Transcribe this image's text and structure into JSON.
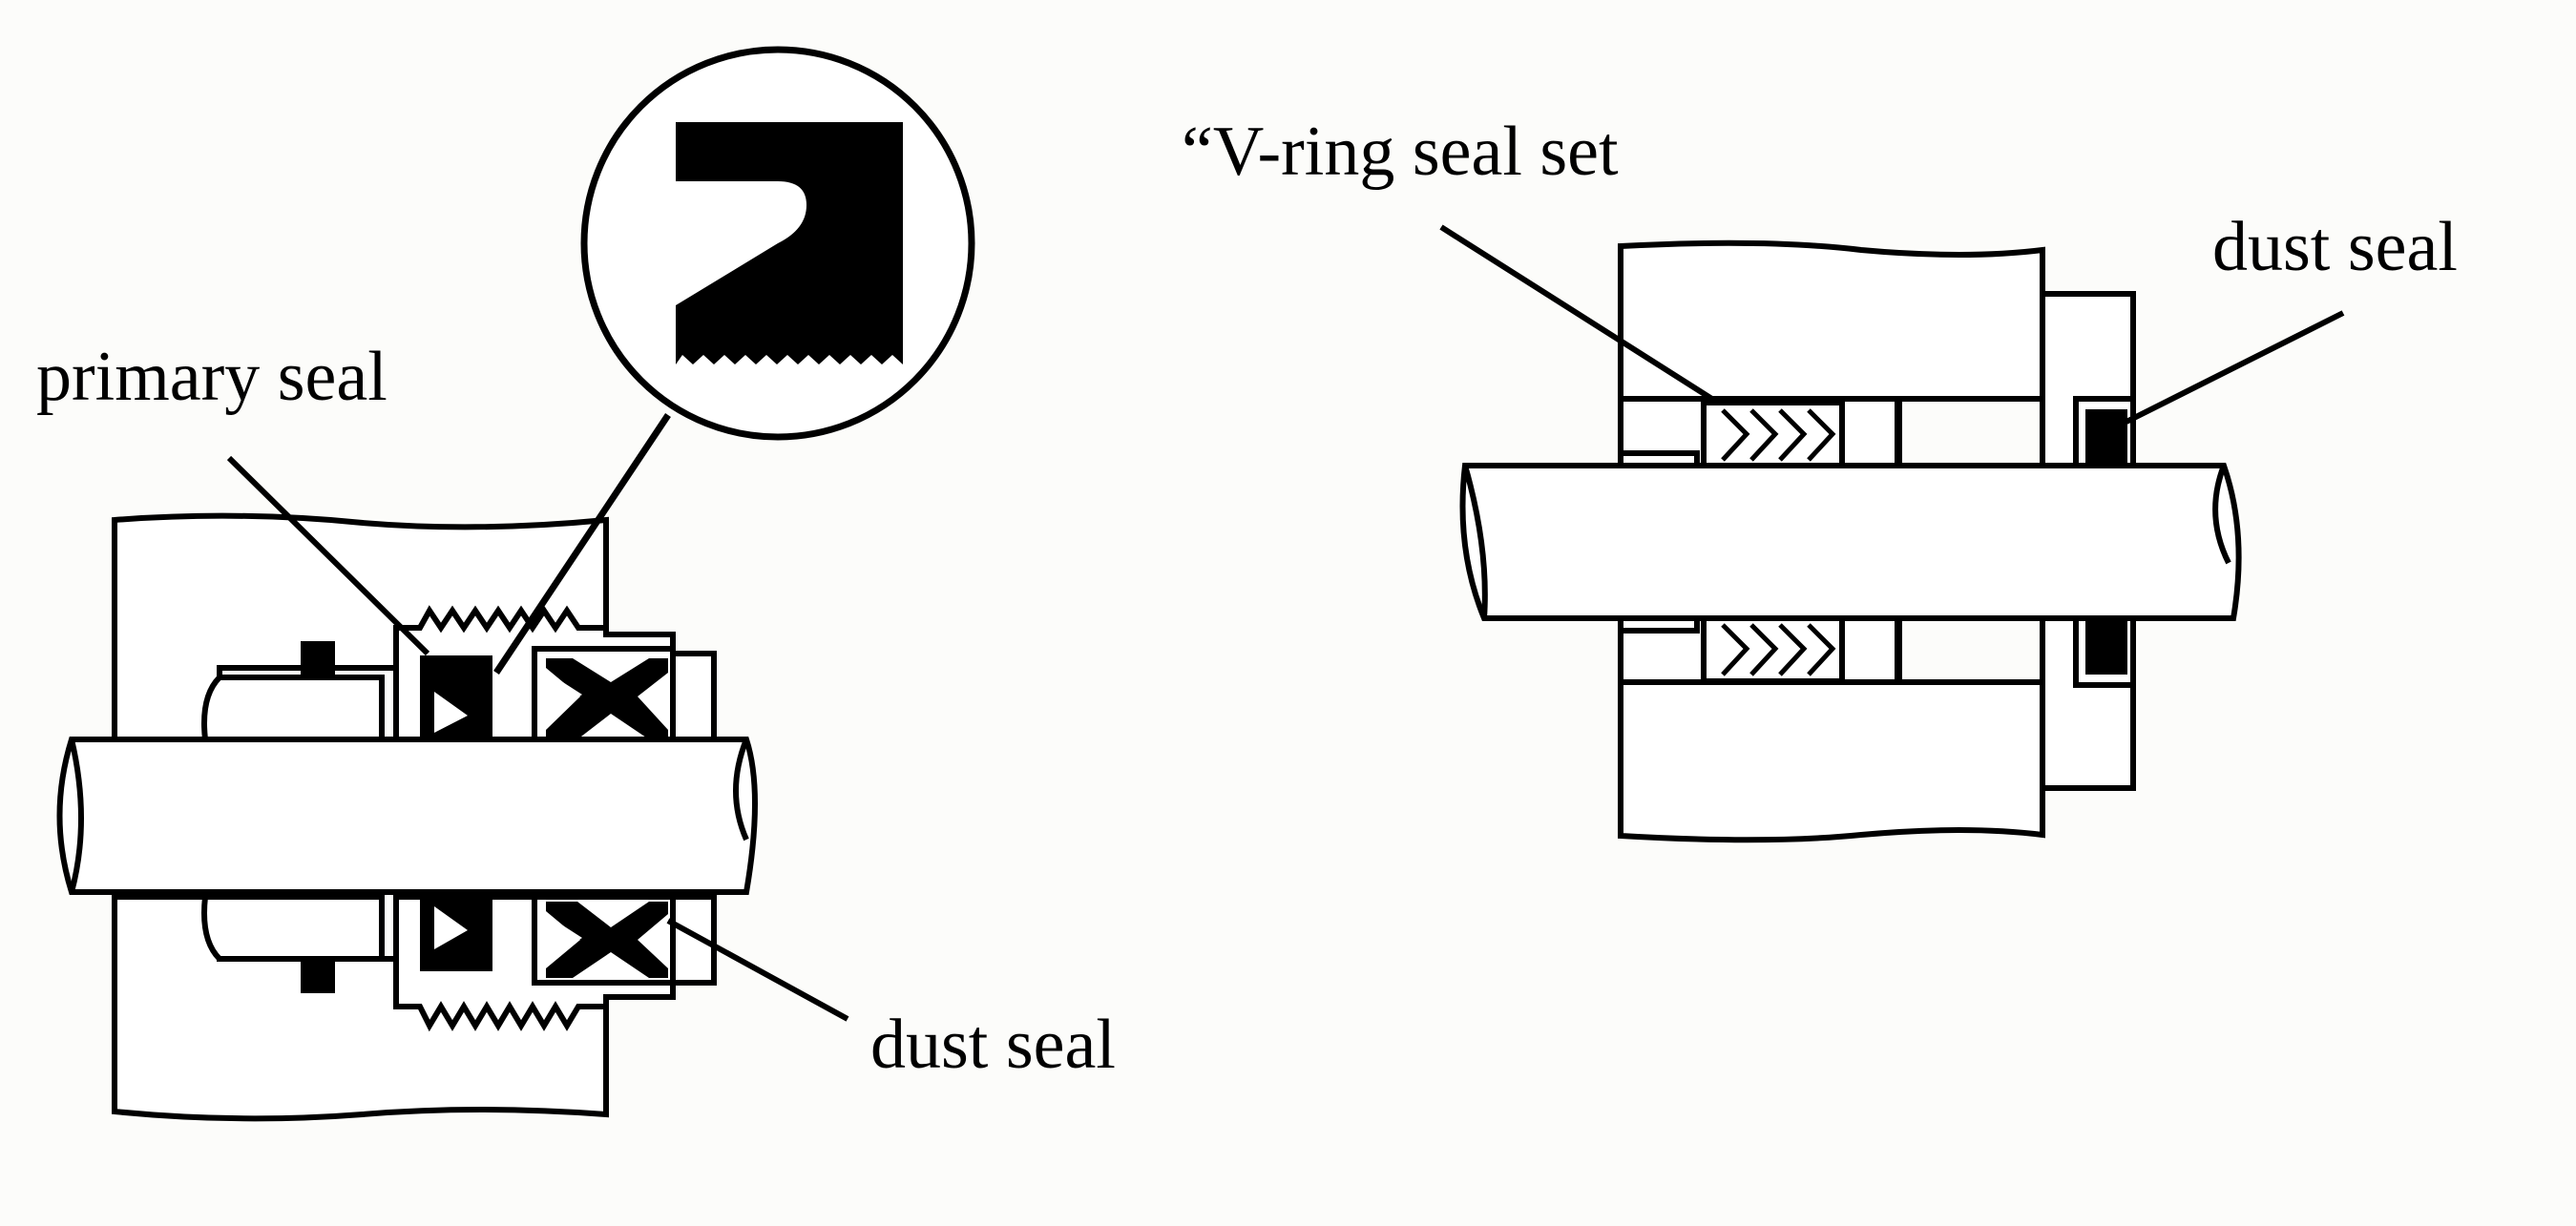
{
  "labels": {
    "primary_seal": "primary seal",
    "dust_seal_left": "dust seal",
    "v_ring_seal_set": "“V-ring seal set",
    "dust_seal_right": "dust seal"
  },
  "colors": {
    "background": "#fcfcfa",
    "ink": "#000000",
    "fill": "#ffffff"
  }
}
